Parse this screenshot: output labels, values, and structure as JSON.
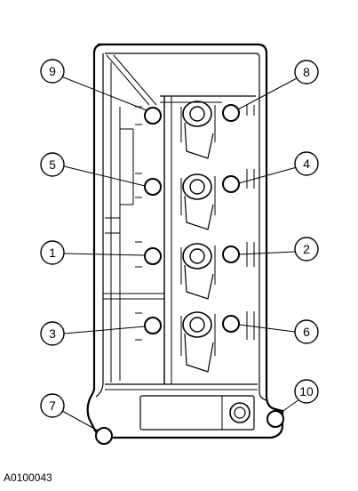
{
  "diagram": {
    "reference_code": "A0100043",
    "callouts": [
      "1",
      "2",
      "3",
      "4",
      "5",
      "6",
      "7",
      "8",
      "9",
      "10"
    ]
  }
}
